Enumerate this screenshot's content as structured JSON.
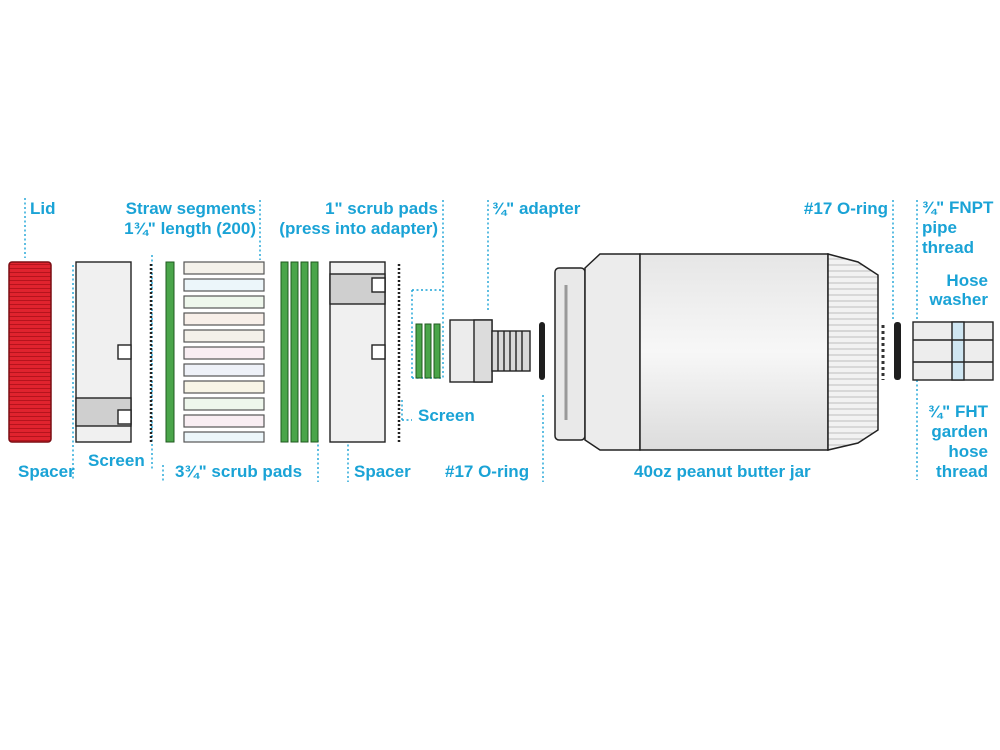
{
  "accent_color": "#1aa3d6",
  "colors": {
    "lid": "#e0232e",
    "pad": "#4aa54a",
    "outline": "#222222",
    "part_fill": "#ededed"
  },
  "labels": {
    "lid": "Lid",
    "straw_segments_line1": "Straw segments",
    "straw_segments_line2": "1¾\" length (200)",
    "scrub_pads_small_line1": "1\" scrub pads",
    "scrub_pads_small_line2": "(press into adapter)",
    "adapter": "¾\" adapter",
    "oring_top": "#17 O-ring",
    "fnpt_line1": "¾\" FNPT",
    "fnpt_line2": "pipe",
    "fnpt_line3": "thread",
    "hose_washer_line1": "Hose",
    "hose_washer_line2": "washer",
    "spacer_left": "Spacer",
    "screen_left": "Screen",
    "scrub_pads_large": "3¾\" scrub pads",
    "spacer_right": "Spacer",
    "screen_right": "Screen",
    "oring_bottom": "#17 O-ring",
    "jar": "40oz peanut butter jar",
    "fht_line1": "¾\" FHT",
    "fht_line2": "garden",
    "fht_line3": "hose",
    "fht_line4": "thread"
  }
}
